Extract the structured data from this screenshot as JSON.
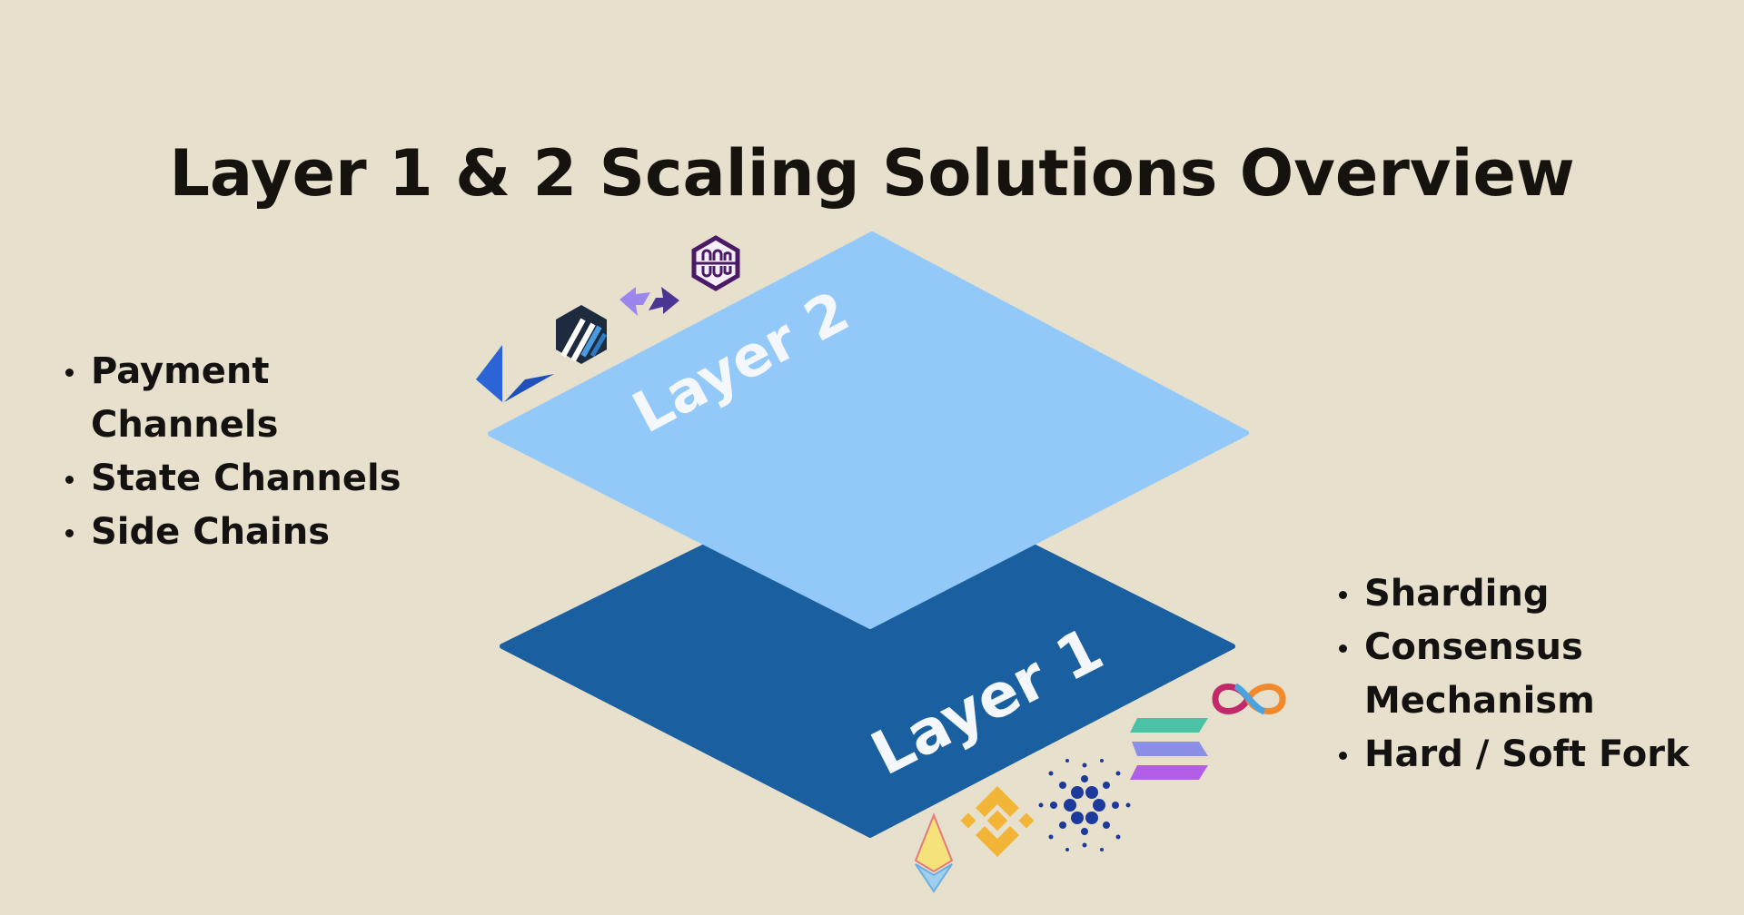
{
  "title": "Layer 1 & 2 Scaling Solutions Overview",
  "layer2": {
    "label": "Layer 2",
    "color": "#93c9f9",
    "solutions": [
      "Payment Channels",
      "State Channels",
      "Side Chains"
    ],
    "logos": [
      "loopring-icon",
      "arbitrum-icon",
      "bridge-arrows-icon",
      "polygon-hex-icon"
    ]
  },
  "layer1": {
    "label": "Layer 1",
    "color": "#1a5fa0",
    "solutions": [
      "Sharding",
      "Consensus Mechanism",
      "Hard / Soft Fork"
    ],
    "logos": [
      "ethereum-icon",
      "binance-icon",
      "cardano-icon",
      "solana-icon",
      "internet-computer-icon"
    ]
  },
  "colors": {
    "background": "#e7e0cd",
    "text": "#141210"
  }
}
